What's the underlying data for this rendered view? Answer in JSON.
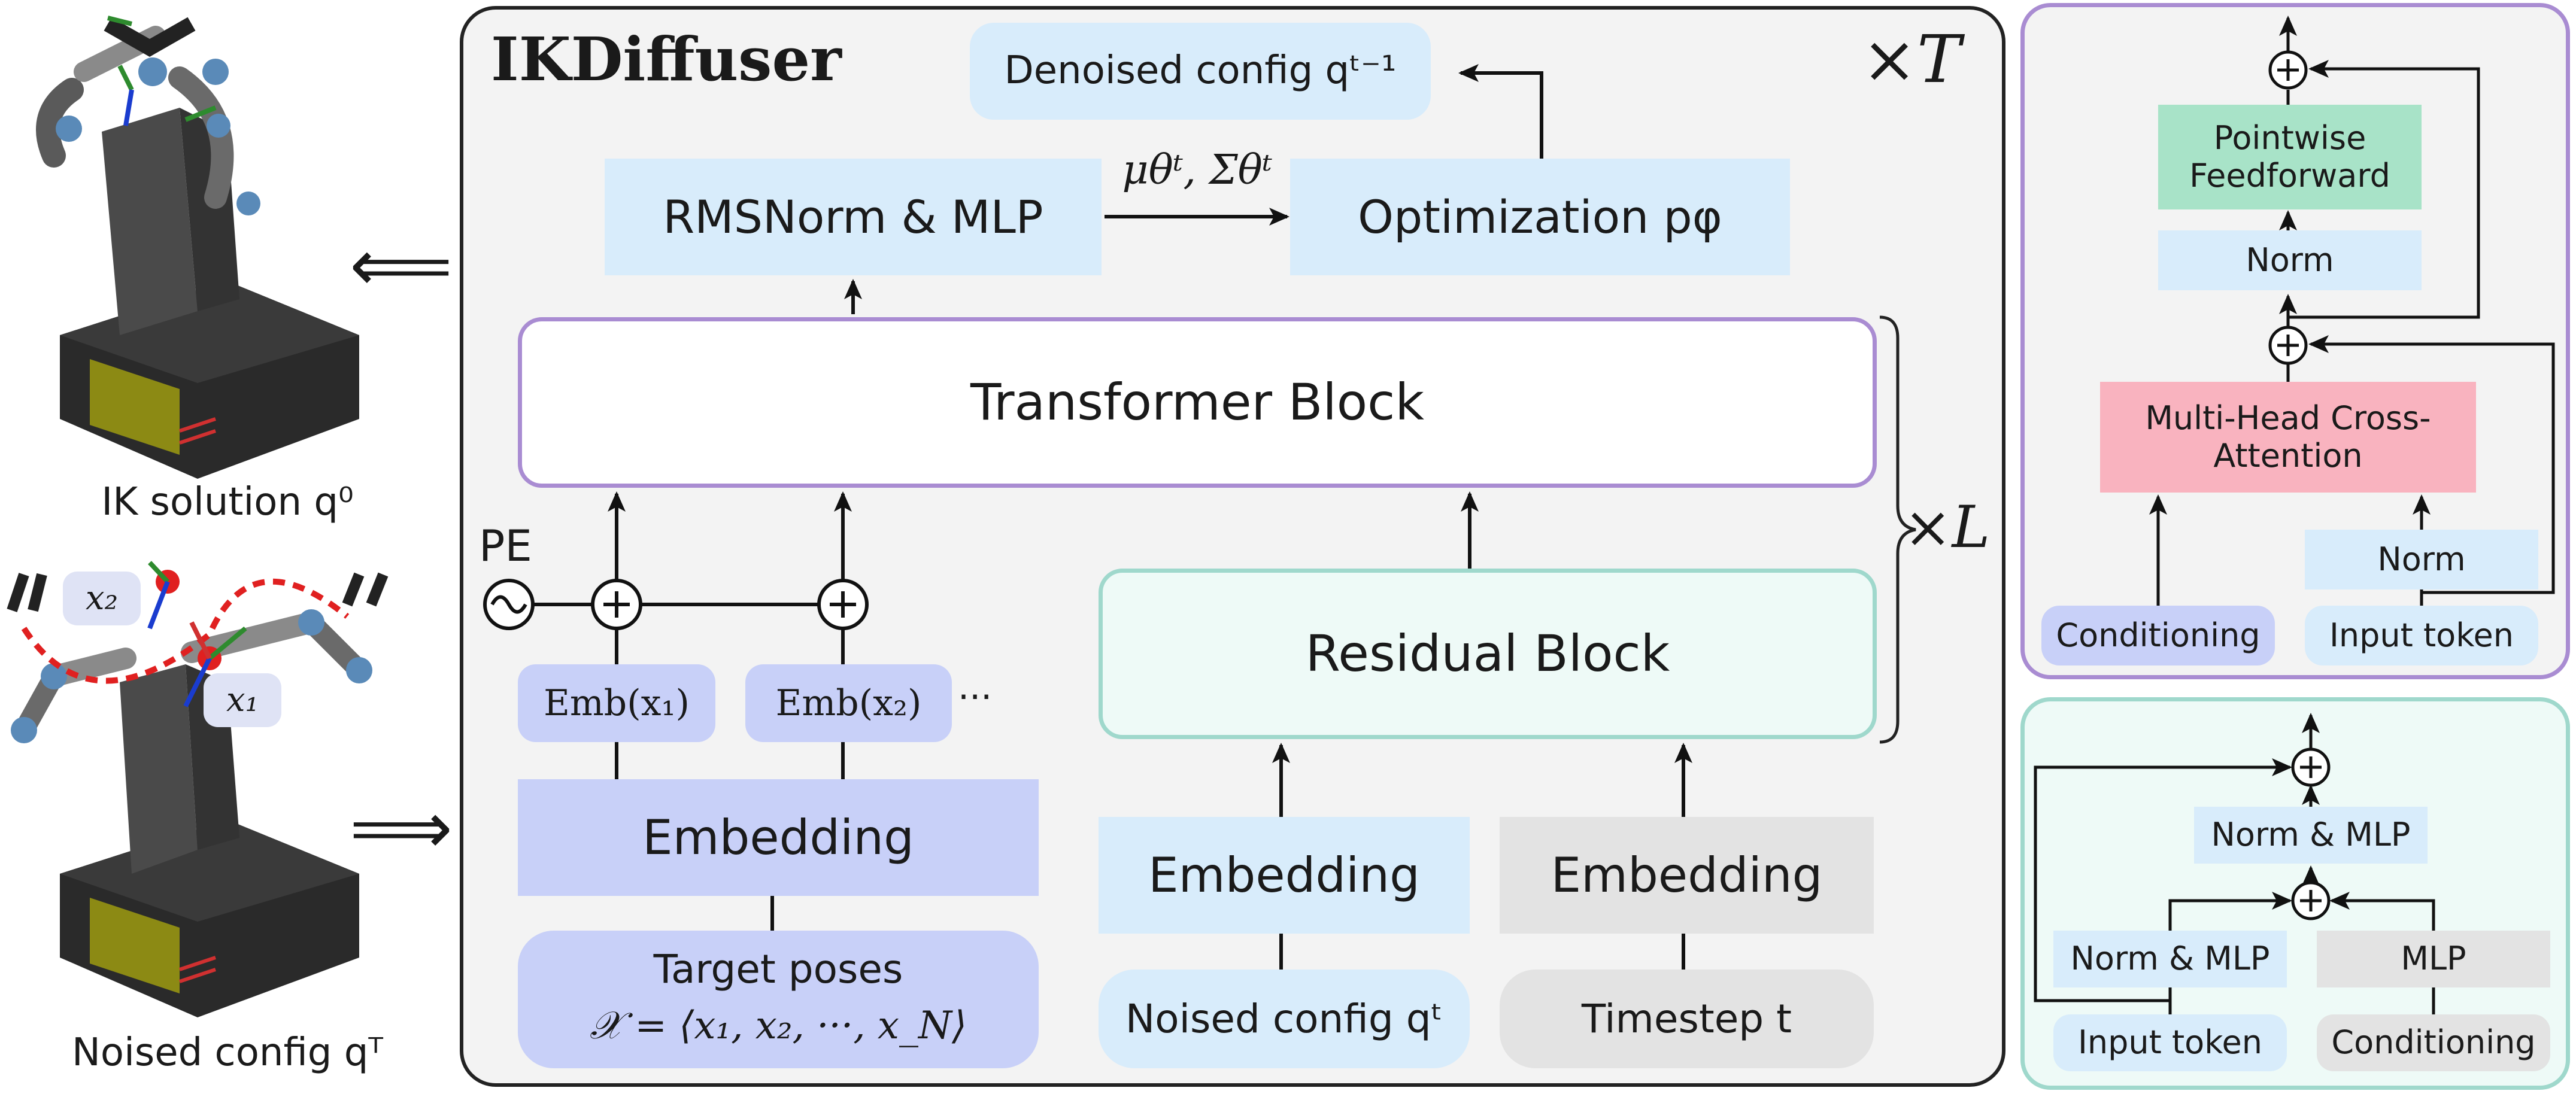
{
  "colors": {
    "light_blue": "#d8ecfb",
    "periwinkle": "#c8d0f8",
    "gray": "#e3e3e3",
    "purple_border": "#a98cd2",
    "teal_border": "#9fd8cc",
    "teal_fill": "#eefaf7",
    "green": "#a8e3c8",
    "pink": "#f9b3bf"
  },
  "left": {
    "ik_solution": "IK solution q⁰",
    "noised_config": "Noised config qᵀ",
    "x2": "x₂",
    "x1": "x₁"
  },
  "main": {
    "title": "IKDiffuser",
    "times_t": "×T",
    "times_l": "×L",
    "denoised": "Denoised config qᵗ⁻¹",
    "rmsnorm": "RMSNorm & MLP",
    "mu_sigma": "μθᵗ, Σθᵗ",
    "optimization": "Optimization pφ",
    "transformer": "Transformer Block",
    "pe": "PE",
    "emb_x1": "Emb(x₁)",
    "emb_x2": "Emb(x₂)",
    "ellipsis": "···",
    "embedding_left": "Embedding",
    "target_line1": "Target poses",
    "target_line2": "𝒳 = ⟨x₁, x₂, ···, x_N⟩",
    "residual": "Residual Block",
    "embedding_mid": "Embedding",
    "embedding_right": "Embedding",
    "noised_config": "Noised config qᵗ",
    "timestep": "Timestep t"
  },
  "transformer_detail": {
    "feedforward": "Pointwise Feedforward",
    "norm_top": "Norm",
    "cross_attention": "Multi-Head Cross-Attention",
    "norm_input": "Norm",
    "conditioning": "Conditioning",
    "input_token": "Input token"
  },
  "residual_detail": {
    "norm_mlp_top": "Norm & MLP",
    "norm_mlp_left": "Norm & MLP",
    "mlp": "MLP",
    "input_token": "Input token",
    "conditioning": "Conditioning"
  }
}
